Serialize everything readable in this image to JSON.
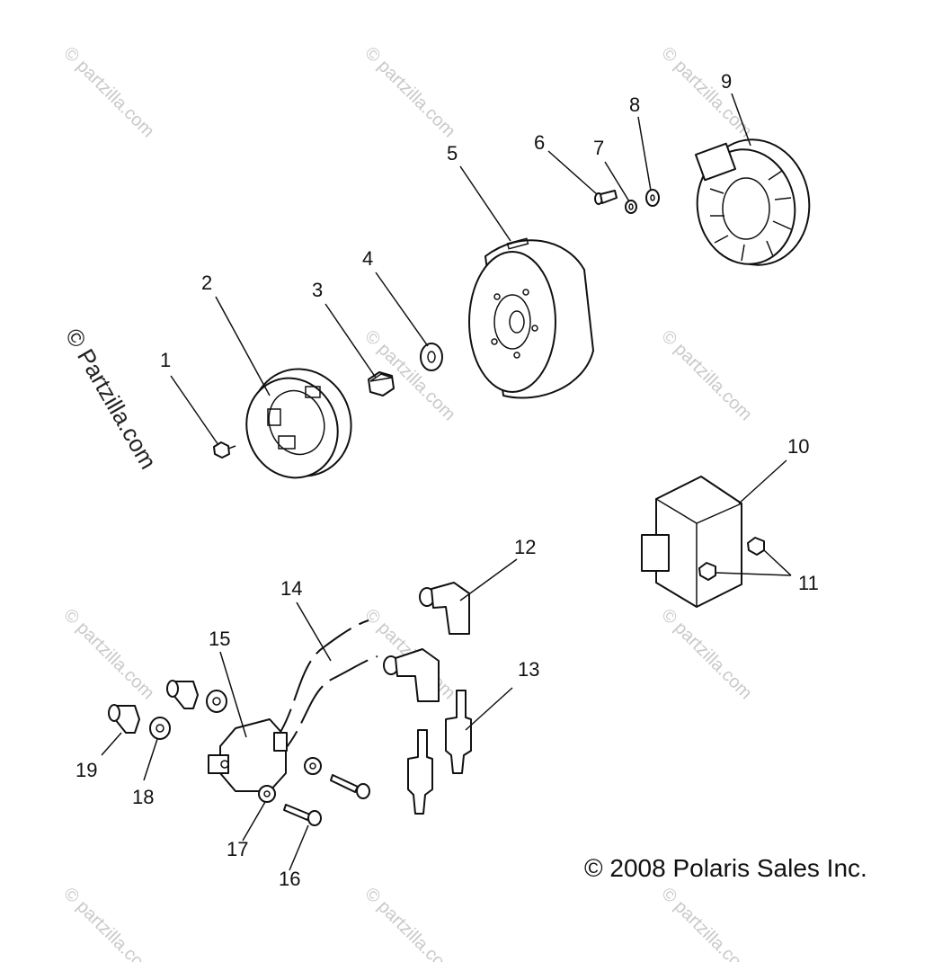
{
  "diagram": {
    "copyright": "© 2008 Polaris Sales Inc.",
    "watermark_side": "© Partzilla.com",
    "watermark_repeat": "© partzilla.com",
    "callouts": [
      "1",
      "2",
      "3",
      "4",
      "5",
      "6",
      "7",
      "8",
      "9",
      "10",
      "11",
      "12",
      "13",
      "14",
      "15",
      "16",
      "17",
      "18",
      "19"
    ]
  }
}
